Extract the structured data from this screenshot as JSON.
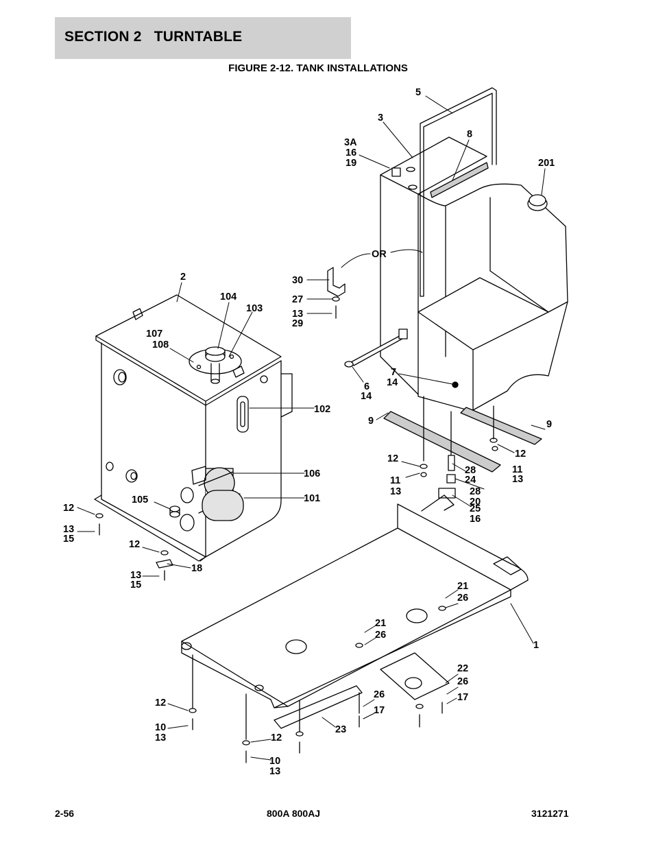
{
  "header": {
    "section": "SECTION 2",
    "title": "TURNTABLE"
  },
  "figure": {
    "title": "FIGURE 2-12. TANK INSTALLATIONS"
  },
  "callouts": [
    {
      "id": "c5",
      "text": "5"
    },
    {
      "id": "c3",
      "text": "3"
    },
    {
      "id": "c8",
      "text": "8"
    },
    {
      "id": "c3a",
      "text": "3A"
    },
    {
      "id": "c16a",
      "text": "16"
    },
    {
      "id": "c19",
      "text": "19"
    },
    {
      "id": "c201",
      "text": "201"
    },
    {
      "id": "cor",
      "text": "OR"
    },
    {
      "id": "c30",
      "text": "30"
    },
    {
      "id": "c27",
      "text": "27"
    },
    {
      "id": "c13a",
      "text": "13"
    },
    {
      "id": "c29",
      "text": "29"
    },
    {
      "id": "c2",
      "text": "2"
    },
    {
      "id": "c104",
      "text": "104"
    },
    {
      "id": "c103",
      "text": "103"
    },
    {
      "id": "c107",
      "text": "107"
    },
    {
      "id": "c108",
      "text": "108"
    },
    {
      "id": "c7",
      "text": "7"
    },
    {
      "id": "c14a",
      "text": "14"
    },
    {
      "id": "c6",
      "text": "6"
    },
    {
      "id": "c14b",
      "text": "14"
    },
    {
      "id": "c102",
      "text": "102"
    },
    {
      "id": "c9a",
      "text": "9"
    },
    {
      "id": "c9b",
      "text": "9"
    },
    {
      "id": "c12a",
      "text": "12"
    },
    {
      "id": "c12b",
      "text": "12"
    },
    {
      "id": "c11a",
      "text": "11"
    },
    {
      "id": "c13b",
      "text": "13"
    },
    {
      "id": "c11b",
      "text": "11"
    },
    {
      "id": "c13c",
      "text": "13"
    },
    {
      "id": "c28a",
      "text": "28"
    },
    {
      "id": "c24",
      "text": "24"
    },
    {
      "id": "c28b",
      "text": "28"
    },
    {
      "id": "c20",
      "text": "20"
    },
    {
      "id": "c25",
      "text": "25"
    },
    {
      "id": "c16b",
      "text": "16"
    },
    {
      "id": "c106",
      "text": "106"
    },
    {
      "id": "c101",
      "text": "101"
    },
    {
      "id": "c105",
      "text": "105"
    },
    {
      "id": "c12c",
      "text": "12"
    },
    {
      "id": "c13d",
      "text": "13"
    },
    {
      "id": "c15a",
      "text": "15"
    },
    {
      "id": "c12d",
      "text": "12"
    },
    {
      "id": "c18",
      "text": "18"
    },
    {
      "id": "c13e",
      "text": "13"
    },
    {
      "id": "c15b",
      "text": "15"
    },
    {
      "id": "c21a",
      "text": "21"
    },
    {
      "id": "c26a",
      "text": "26"
    },
    {
      "id": "c21b",
      "text": "21"
    },
    {
      "id": "c26b",
      "text": "26"
    },
    {
      "id": "c1",
      "text": "1"
    },
    {
      "id": "c22",
      "text": "22"
    },
    {
      "id": "c26c",
      "text": "26"
    },
    {
      "id": "c17a",
      "text": "17"
    },
    {
      "id": "c26d",
      "text": "26"
    },
    {
      "id": "c17b",
      "text": "17"
    },
    {
      "id": "c12e",
      "text": "12"
    },
    {
      "id": "c10a",
      "text": "10"
    },
    {
      "id": "c13f",
      "text": "13"
    },
    {
      "id": "c23",
      "text": "23"
    },
    {
      "id": "c12f",
      "text": "12"
    },
    {
      "id": "c10b",
      "text": "10"
    },
    {
      "id": "c13g",
      "text": "13"
    }
  ],
  "footer": {
    "page": "2-56",
    "model": "800A 800AJ",
    "part_number": "3121271"
  }
}
